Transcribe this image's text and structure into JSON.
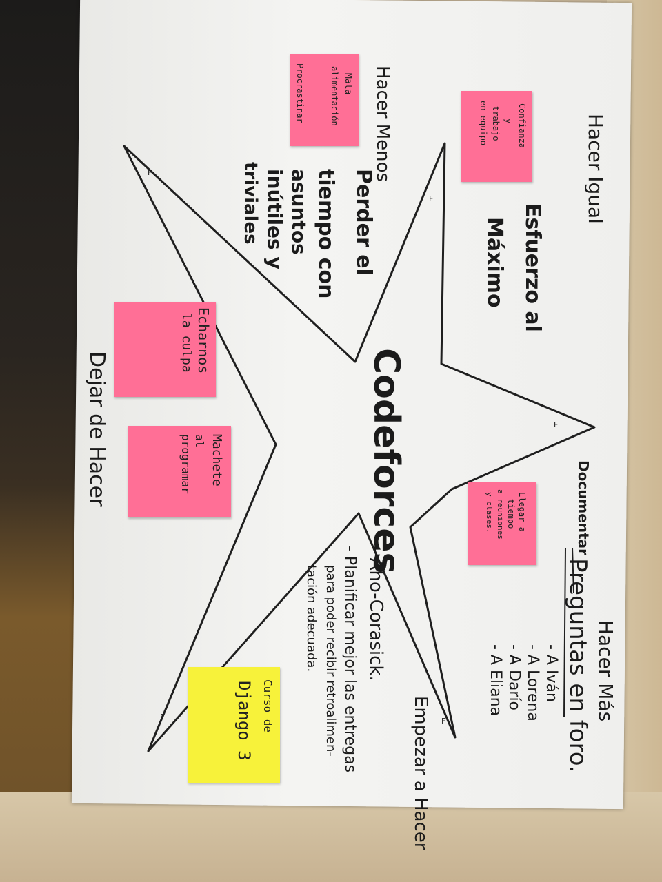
{
  "sections": {
    "hacer_igual": "Hacer Igual",
    "hacer_menos": "Hacer Menos",
    "hacer_mas": "Hacer Más",
    "empezar_a_hacer": "Empezar a Hacer",
    "dejar_de_hacer": "Dejar de Hacer"
  },
  "center": {
    "title": "Codeforces"
  },
  "items": {
    "esfuerzo_line1": "Esfuerzo al",
    "esfuerzo_line2": "Máximo",
    "perder_line1": "Perder el",
    "perder_line2": "tiempo con",
    "perder_line3": "asuntos",
    "perder_line4": "inútiles y",
    "perder_line5": "triviales",
    "preguntas_prefix": "Documentar",
    "preguntas_title": "Preguntas en foro.",
    "preguntas_1": "- A Iván",
    "preguntas_2": "- A Lorena",
    "preguntas_3": "- A Darío",
    "preguntas_4": "- A Eliana",
    "empezar_1": "- Aho-Corasick.",
    "empezar_2": "- Planificar mejor las entregas",
    "empezar_3": "para poder recibir retroalimen-",
    "empezar_4": "tación adecuada."
  },
  "notes": {
    "confianza": [
      "Confianza",
      "y",
      "trabajo",
      "en equipo"
    ],
    "mala": [
      "Mala",
      "alimentación"
    ],
    "procrastinar": "Procrastinar",
    "llegar": [
      "Llegar a",
      "tiempo",
      "a reuniones",
      "y clases."
    ],
    "echarnos": [
      "Echarnos",
      "la culpa"
    ],
    "machete": [
      "Machete",
      "al",
      "programar"
    ],
    "django": [
      "Curso de",
      "Django 3"
    ]
  },
  "colors": {
    "pink_note": "#ff6f96",
    "yellow_note": "#f7f23a",
    "ink": "#1b1b1b",
    "paper": "#f1f1ef"
  }
}
